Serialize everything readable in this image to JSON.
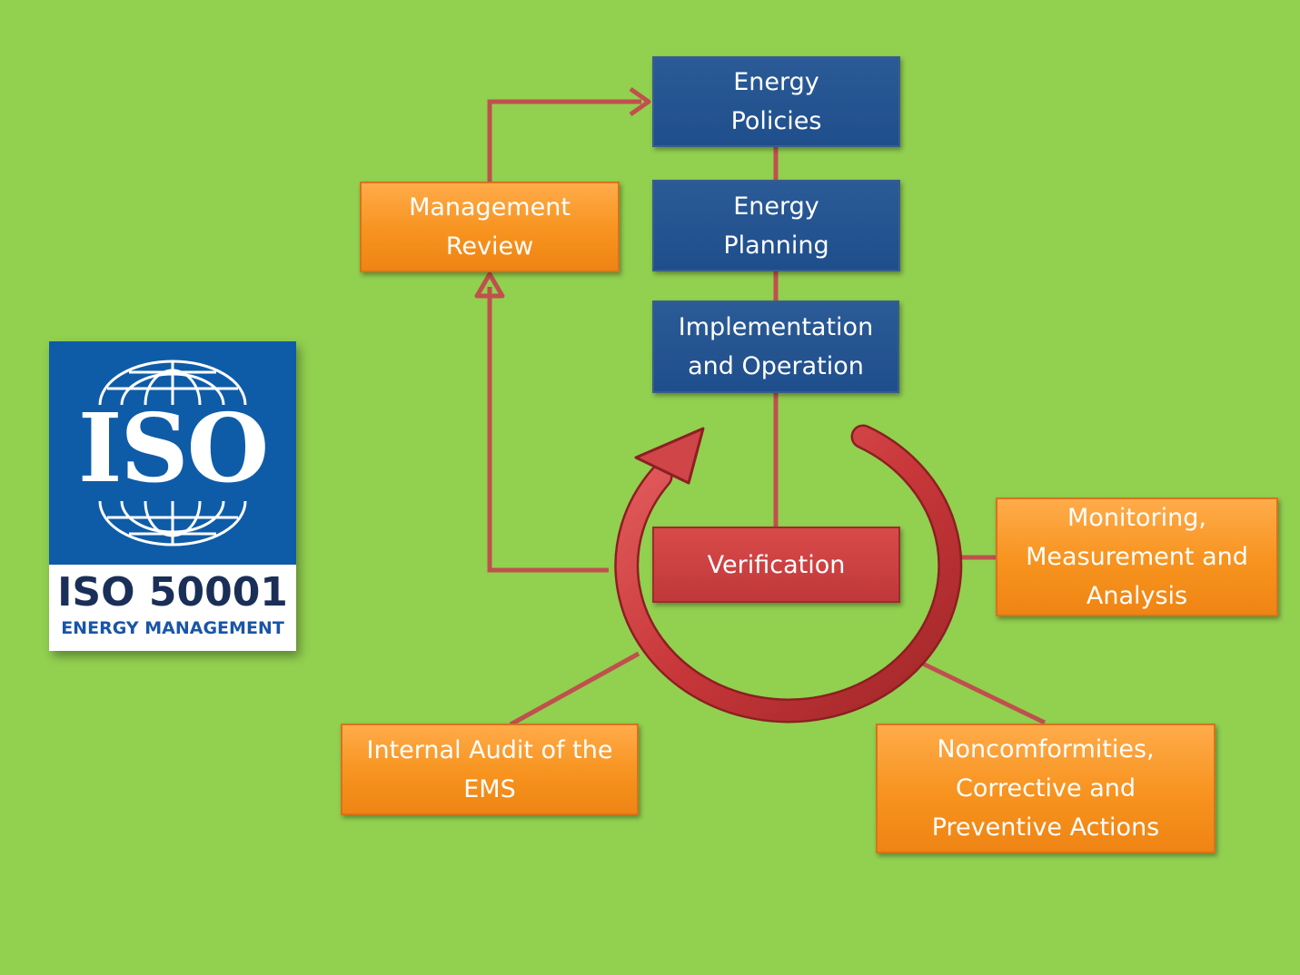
{
  "boxes": {
    "energy_policies": "Energy\nPolicies",
    "energy_planning": "Energy\nPlanning",
    "implementation": "Implementation\nand Operation",
    "verification": "Verification",
    "management_review": "Management\nReview",
    "monitoring": "Monitoring,\nMeasurement and\nAnalysis",
    "internal_audit": "Internal Audit of the\nEMS",
    "noncomformities": "Noncomformities,\nCorrective and\nPreventive Actions"
  },
  "logo": {
    "mark": "ISO",
    "standard": "ISO 50001",
    "subtitle": "ENERGY MANAGEMENT"
  },
  "colors": {
    "background": "#92d050",
    "blue_box": "#1f4e8c",
    "orange_box": "#f7931e",
    "red_box": "#c0383a",
    "connector": "#c0504d",
    "logo_blue": "#0e5ca8"
  }
}
